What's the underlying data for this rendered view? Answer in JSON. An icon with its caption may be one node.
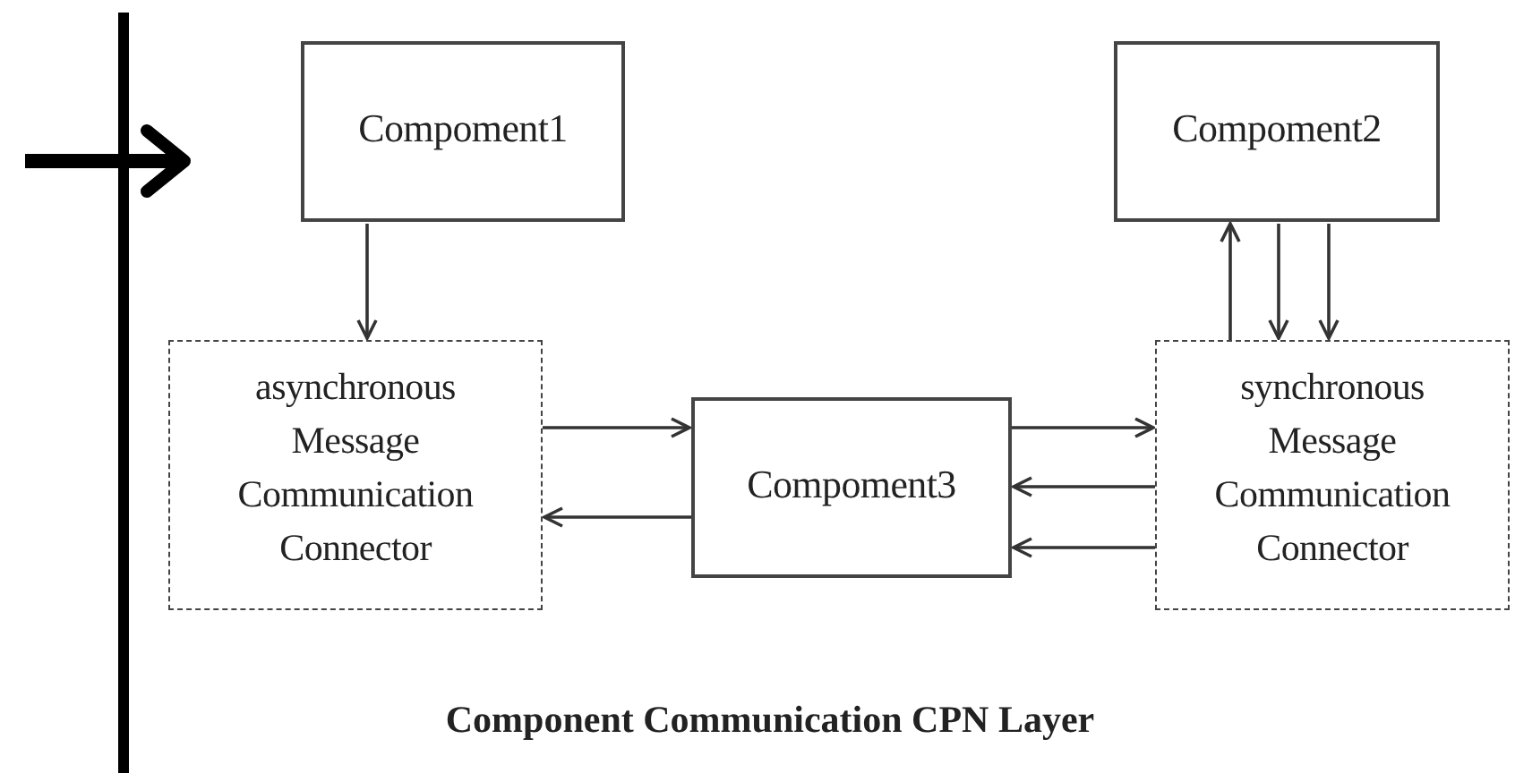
{
  "diagram": {
    "title": "Component Communication CPN Layer",
    "nodes": [
      {
        "text": [
          "Compoment1"
        ]
      },
      {
        "text": [
          "Compoment2"
        ]
      },
      {
        "text": [
          "asynchronous Message Communication Connector"
        ]
      },
      {
        "text": [
          "Compoment3"
        ]
      },
      {
        "text": [
          "synchronous Message Communication Connector"
        ]
      }
    ],
    "edges": [
      {
        "from": 0,
        "to": 2,
        "arrow": "to"
      },
      {
        "from": 2,
        "to": 3,
        "arrow": "to"
      },
      {
        "from": 3,
        "to": 2,
        "arrow": "to"
      },
      {
        "from": 3,
        "to": 4,
        "arrow": "to"
      },
      {
        "from": 4,
        "to": 3,
        "arrow": "to"
      },
      {
        "from": 4,
        "to": 3,
        "arrow": "to"
      },
      {
        "from": 4,
        "to": 1,
        "arrow": "to"
      },
      {
        "from": 1,
        "to": 4,
        "arrow": "to"
      },
      {
        "from": 1,
        "to": 4,
        "arrow": "to"
      }
    ]
  }
}
